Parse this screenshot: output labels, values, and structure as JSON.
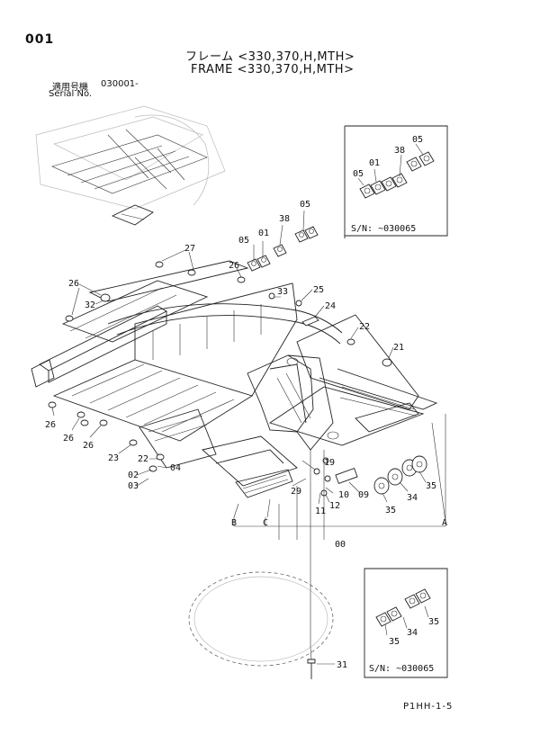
{
  "header": {
    "page_no": "001",
    "title_jp": "フレーム <330,370,H,MTH>",
    "title_en": "FRAME <330,370,H,MTH>",
    "serial_label_jp": "適用号機",
    "serial_value": "030001-",
    "serial_label_en": "Serial No."
  },
  "inset_top": {
    "serial": "S/N: ~030065",
    "callouts": [
      "05",
      "01",
      "38",
      "05"
    ]
  },
  "inset_bottom": {
    "serial": "S/N: ~030065",
    "callouts": [
      "35",
      "34",
      "35"
    ]
  },
  "callouts": {
    "c27": "27",
    "c05a": "05",
    "c01": "01",
    "c38": "38",
    "c05b": "05",
    "c26a": "26",
    "c33": "33",
    "c25": "25",
    "c26b": "26",
    "c32": "32",
    "c24": "24",
    "c22a": "22",
    "c21": "21",
    "c26c": "26",
    "c26d": "26",
    "c26e": "26",
    "c23": "23",
    "c22b": "22",
    "c04": "04",
    "c02": "02",
    "c03": "03",
    "c19": "19",
    "c29": "29",
    "c10": "10",
    "c12": "12",
    "c11": "11",
    "c09": "09",
    "c35a": "35",
    "c34": "34",
    "c35b": "35",
    "c00": "00",
    "c31": "31"
  },
  "section_letters": {
    "A": "A",
    "B": "B",
    "C": "C"
  },
  "footer": {
    "code": "P1HH-1-5"
  }
}
